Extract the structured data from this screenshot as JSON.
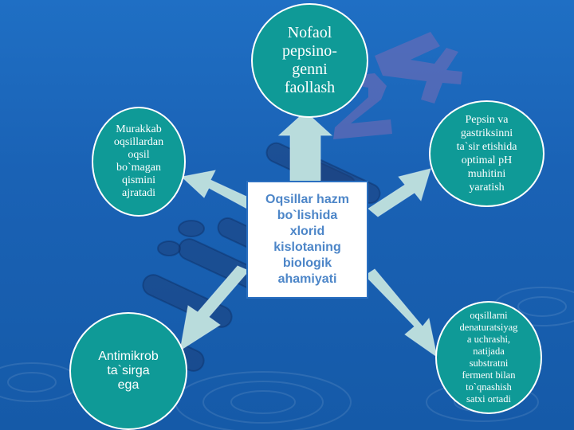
{
  "diagram": {
    "center": "Oqsillar hazm\nbo`lishida\nxlorid\nkislotaning\nbiologik\nahamiyati",
    "nodes": {
      "top": "Nofaol\npepsino-\ngenni\nfaollash",
      "top_left": "Murakkab\noqsillardan\noqsil\nbo`magan\nqismini\najratadi",
      "right": "Pepsin va\ngastriksinni\nta`sir etishida\noptimal pH\nmuhitini\nyaratish",
      "bottom_left": "Antimikrob\nta`sirga\nega",
      "bottom_right": "oqsillarni\ndenaturatsiyag\na uchrashi,\nnatijada\nsubstratni\nferment bilan\nto`qnashish\nsatxi ortadi"
    }
  },
  "watermark": "Hujjat24",
  "colors": {
    "background": "#1a62b5",
    "node_fill": "#0f9a97",
    "center_text": "#4d86c8",
    "arrow_fill": "#b9dcdc"
  }
}
